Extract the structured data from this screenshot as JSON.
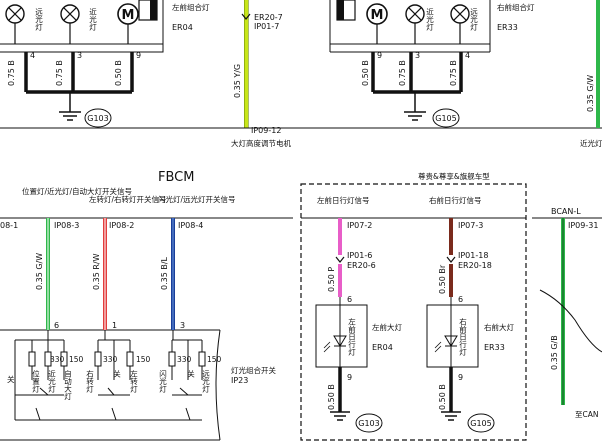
{
  "header": {
    "lamp_left_1": "远光灯",
    "lamp_left_2": "近光灯",
    "motor_left_symbol": "M",
    "assembly_left_name": "左前组合灯",
    "assembly_left_code": "ER04",
    "assembly_right_name": "右前组合灯",
    "assembly_right_code": "ER33",
    "lamp_right_1": "近光灯",
    "lamp_right_2": "远光灯",
    "motor_right_symbol": "M"
  },
  "top_connectors": {
    "er20_7": "ER20-7",
    "ip01_7": "IP01-7",
    "ip09_12": "IP09-12"
  },
  "top_wires": {
    "left_pins": [
      "4",
      "3",
      "9"
    ],
    "left_labels": [
      "0.75 B",
      "0.75 B",
      "0.50 B"
    ],
    "right_pins": [
      "9",
      "3",
      "4"
    ],
    "right_labels": [
      "0.50 B",
      "0.75 B",
      "0.75 B"
    ],
    "center_wire": "0.35 Y/G",
    "far_right_wire": "0.35 G/W"
  },
  "grounds": {
    "g103_top": "G103",
    "g105_top": "G105",
    "g103_bottom": "G103",
    "g105_bottom": "G105"
  },
  "captions": {
    "headlamp_motor": "大灯高度调节电机",
    "right_edge_top": "近光灯电器",
    "fbcm_title": "FBCM",
    "trim_note": "尊贵&尊享&旗舰车型",
    "bcan_label": "BCAN-L",
    "to_can": "至CAN"
  },
  "fbcm": {
    "sig_position": "位置灯/近光灯/自动大灯开关信号",
    "sig_turn": "左转灯/右转灯开关信号",
    "sig_flash": "闪光灯/远光灯开关信号",
    "pin_edge": "08-1",
    "pin_ip08_3": "IP08-3",
    "pin_ip08_2": "IP08-2",
    "pin_ip08_4": "IP08-4",
    "wire_1": "0.35 G/W",
    "wire_2": "0.35 R/W",
    "wire_3": "0.35 B/L",
    "pin_1": "6",
    "pin_2": "1",
    "pin_3": "3"
  },
  "switch_block": {
    "title": "灯光组合开关",
    "code": "IP23",
    "r330_a": "330",
    "r150_a": "150",
    "r330_b": "330",
    "r150_b": "150",
    "r330_c": "330",
    "r150_c": "150",
    "pos_off": "关",
    "pos_position": "位置灯",
    "pos_low": "近光灯",
    "pos_auto": "自动大灯",
    "pos_right_turn": "右转灯",
    "pos_turn_off": "关",
    "pos_left_turn": "左转灯",
    "pos_flash": "闪光灯",
    "pos_flash_off": "关",
    "pos_high": "远光灯"
  },
  "drl_left": {
    "signal": "左前日行灯信号",
    "connector": "IP07-2",
    "ip_conn": "IP01-6",
    "er_conn": "ER20-6",
    "wire": "0.50 P",
    "pin_top": "6",
    "lamp_name": "左前日行灯",
    "assembly": "左前大灯",
    "code": "ER04",
    "pin_bottom": "9",
    "gnd_wire": "0.50 B"
  },
  "drl_right": {
    "signal": "右前日行灯信号",
    "connector": "IP07-3",
    "ip_conn": "IP01-18",
    "er_conn": "ER20-18",
    "wire": "0.50 Br",
    "pin_top": "6",
    "lamp_name": "右前日行灯",
    "assembly": "右前大灯",
    "code": "ER33",
    "pin_bottom": "9",
    "gnd_wire": "0.50 B"
  },
  "bcan": {
    "connector": "IP09-31",
    "wire": "0.35 G/B"
  },
  "colors": {
    "wire_yellow_green": "#c8e619",
    "wire_green_white": "#2eb84a",
    "wire_red_white": "#e23c3c",
    "wire_blue": "#1a3f9a",
    "wire_pink": "#e85ec8",
    "wire_brown": "#7a2a1c",
    "wire_black": "#111111"
  }
}
